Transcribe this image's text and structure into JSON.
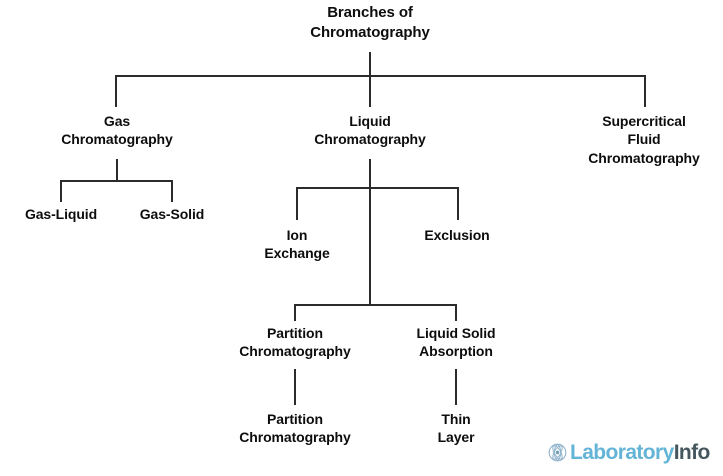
{
  "diagram": {
    "type": "tree",
    "title": "Branches of Chromatography",
    "background_color": "#ffffff",
    "text_color": "#0d0d0d",
    "line_color": "#2b2b2b",
    "nodes": {
      "root": "Branches of\nChromatography",
      "gas_chromatography": "Gas\nChromatography",
      "liquid_chromatography": "Liquid\nChromatography",
      "supercritical_fluid_chromatography": "Supercritical\nFluid\nChromatography",
      "gas_liquid": "Gas-Liquid",
      "gas_solid": "Gas-Solid",
      "ion_exchange": "Ion\nExchange",
      "exclusion": "Exclusion",
      "partition_chromatography": "Partition\nChromatography",
      "liquid_solid_absorption": "Liquid Solid\nAbsorption",
      "partition_chromatography_leaf": "Partition\nChromatography",
      "thin_layer": "Thin\nLayer"
    }
  },
  "watermark": {
    "brand_primary": "Laboratory",
    "brand_secondary": "Info",
    "primary_color": "#63b4d6",
    "secondary_color": "#46565f",
    "icon": "atom-mark-icon"
  }
}
